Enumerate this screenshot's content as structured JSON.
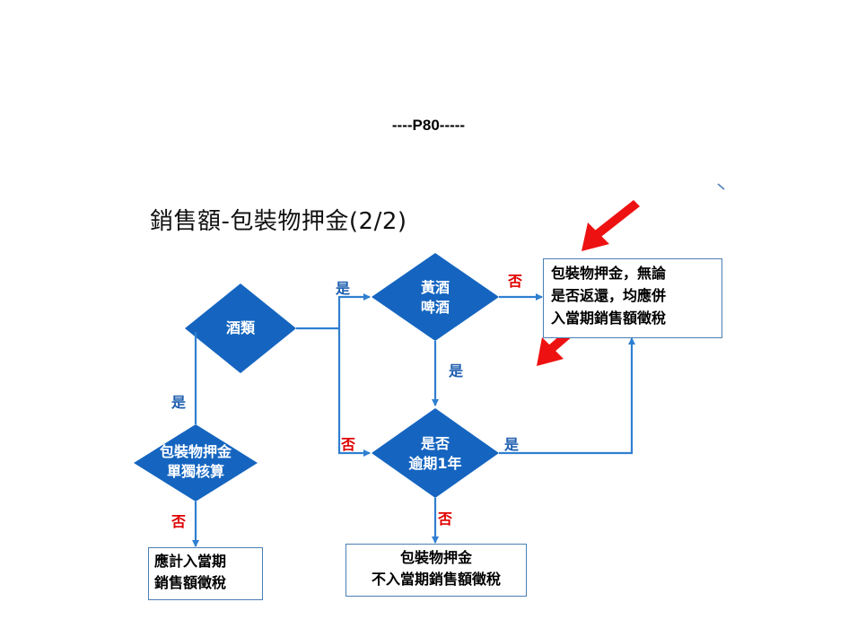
{
  "page_label": "----P80-----",
  "diagram": {
    "title": "銷售額-包裝物押金(2/2)",
    "nodes": {
      "liquor": [
        "酒類"
      ],
      "separate_accounting": [
        "包裝物押金",
        "單獨核算"
      ],
      "yellow_beer": [
        "黃酒",
        "啤酒"
      ],
      "overdue": [
        "是否",
        "逾期1年"
      ],
      "include_box": [
        "包裝物押金，無論",
        "是否返還，均應併",
        "入當期銷售額徵稅"
      ],
      "should_include_box": [
        "應計入當期",
        "銷售額徵稅"
      ],
      "exclude_box": [
        "包裝物押金",
        "不入當期銷售額徵稅"
      ]
    },
    "edge_labels": {
      "yes": "是",
      "no": "否"
    },
    "colors": {
      "diamond": "#1565c0",
      "line": "#2f7fd0",
      "yes_text": "#1f5fb0",
      "no_text": "#e00000",
      "arrow_red": "#ee1111"
    }
  }
}
